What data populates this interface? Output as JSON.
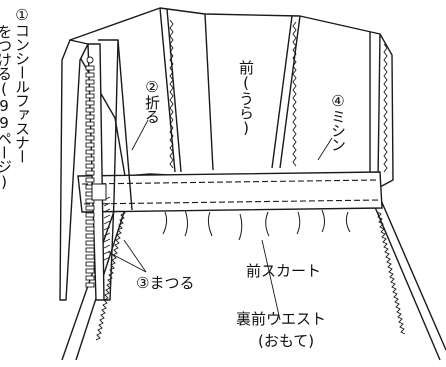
{
  "labels": {
    "step1": "①コンシールファスナーをつける(99ページ)",
    "step1_line1": "①コンシールファスナー",
    "step1_line2": "をつける(99ページ)",
    "step2": "②折る",
    "step3": "③まつる",
    "step4": "④ミシン",
    "front_wrong": "前(うら)",
    "front_skirt": "前スカート",
    "lining_line1": "裏前ウエスト",
    "lining_line2": "(おもて)"
  },
  "colors": {
    "line": "#1a1a1a",
    "background": "#ffffff"
  },
  "icons": {
    "zipper": "zipper-teeth-icon",
    "zigzag": "zigzag-overlock-icon"
  }
}
